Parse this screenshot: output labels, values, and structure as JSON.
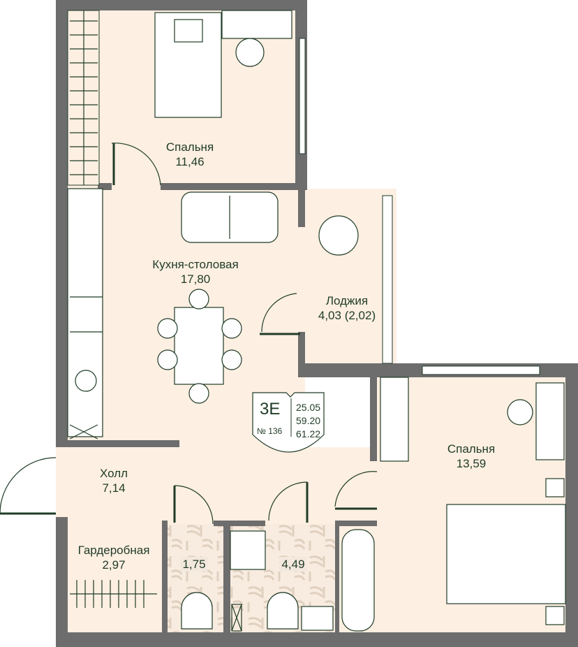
{
  "rooms": [
    {
      "name": "Спальня",
      "area": "11,46"
    },
    {
      "name": "Кухня-столовая",
      "area": "17,80"
    },
    {
      "name": "Лоджия",
      "area": "4,03 (2,02)"
    },
    {
      "name": "Спальня",
      "area": "13,59"
    },
    {
      "name": "Холл",
      "area": "7,14"
    },
    {
      "name": "Гардеробная",
      "area": "2,97"
    },
    {
      "name": "",
      "area": "1,75"
    },
    {
      "name": "",
      "area": "4,49"
    }
  ],
  "badge": {
    "type": "3E",
    "number": "№ 136",
    "areas": [
      "25.05",
      "59.20",
      "61.22"
    ]
  },
  "colors": {
    "floor": "#fdefe2",
    "wall": "#6d6d6d",
    "text": "#1f3b26",
    "tile": "#e9dccd"
  }
}
